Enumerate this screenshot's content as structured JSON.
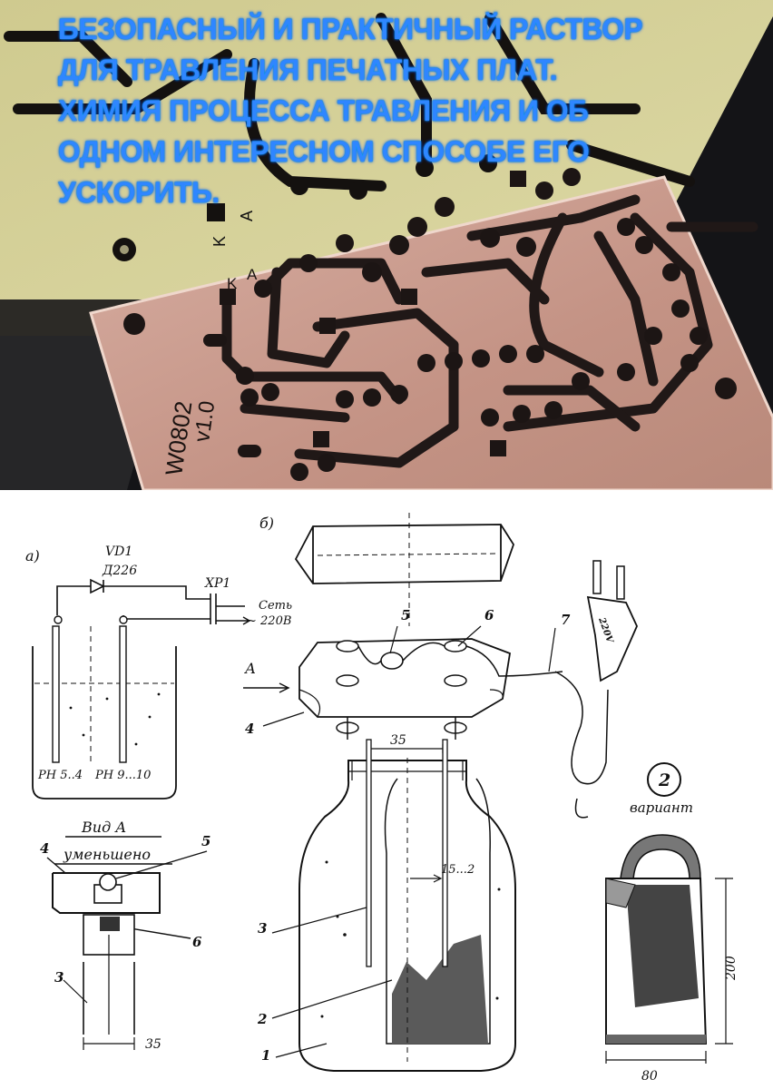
{
  "title": "БЕЗОПАСНЫЙ И ПРАКТИЧНЫЙ РАСТВОР\nДЛЯ ТРАВЛЕНИЯ ПЕЧАТНЫХ ПЛАТ.\nХИМИЯ ПРОЦЕССА ТРАВЛЕНИЯ И ОБ\nОДНОМ ИНТЕРЕСНОМ СПОСОБЕ  ЕГО\nУСКОРИТЬ.",
  "photo": {
    "board_marking_name": "W0802",
    "board_marking_version": "v1.0",
    "pin_k": "K",
    "pin_a": "A",
    "colors": {
      "yellow_board": "#d9d39a",
      "copper_board": "#c79b8d",
      "trace": "#1d1614"
    }
  },
  "diagram": {
    "panel_a": {
      "label": "а)",
      "diode_ref": "VD1",
      "diode_type": "Д226",
      "plug_ref": "XP1",
      "mains_label": "Сеть",
      "mains_voltage": "~ 220В",
      "ph_left": "PH 5..4",
      "ph_right": "PH 9...10"
    },
    "view_a": {
      "title": "Вид А",
      "subtitle": "уменьшено",
      "callout_4": "4",
      "callout_5": "5",
      "callout_6": "6",
      "callout_3": "3",
      "dim_35": "35"
    },
    "panel_b": {
      "label": "б)",
      "arrow_a": "А",
      "callout_5": "5",
      "callout_6": "6",
      "callout_7": "7",
      "callout_4": "4",
      "callout_3": "3",
      "callout_2": "2",
      "callout_1": "1",
      "dim_35": "35",
      "dim_gap": "15...2",
      "plug_rating": "220V"
    },
    "variant": {
      "number": "2",
      "label": "вариант",
      "dim_height": "200",
      "dim_width": "80"
    }
  }
}
